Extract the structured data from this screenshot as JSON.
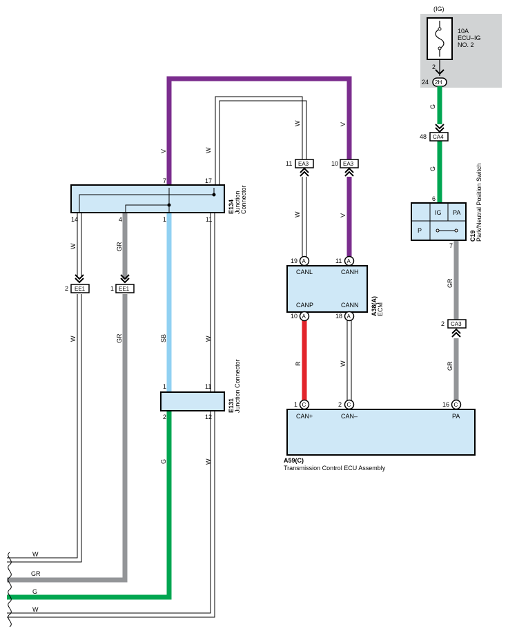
{
  "colors": {
    "purple": "#7b2d8e",
    "green": "#00a651",
    "gray": "#939598",
    "skyblue": "#91d1f2",
    "red": "#e2242b",
    "box_fill": "#cfe8f7",
    "shade": "#d1d3d4",
    "black": "#000000"
  },
  "power": {
    "ig": "(IG)",
    "fuse_line1": "10A",
    "fuse_line2": "ECU–IG",
    "fuse_line3": "NO. 2",
    "pin": "2",
    "connector_pin": "24",
    "connector_id": "2H"
  },
  "wires": {
    "w": "W",
    "v": "V",
    "g": "G",
    "gr": "GR",
    "sb": "SB",
    "r": "R"
  },
  "connectors": {
    "ca4": {
      "id": "CA4",
      "pin": "48"
    },
    "ea3_left": {
      "id": "EA3",
      "pin": "11"
    },
    "ea3_right": {
      "id": "EA3",
      "pin": "10"
    },
    "ee1_left": {
      "id": "EE1",
      "pin": "2"
    },
    "ee1_right": {
      "id": "EE1",
      "pin": "1"
    },
    "ca3": {
      "id": "CA3",
      "pin": "2"
    }
  },
  "e134": {
    "code": "E134",
    "name_line1": "Junction",
    "name_line2": "Connector",
    "pin_top_left": "7",
    "pin_top_right": "17",
    "pin_b1": "14",
    "pin_b2": "4",
    "pin_b3": "1",
    "pin_b4": "11"
  },
  "e131": {
    "code": "E131",
    "name": "Junction Connector",
    "pin_top_left": "1",
    "pin_top_right": "11",
    "pin_bottom_left": "2",
    "pin_bottom_right": "12"
  },
  "c19": {
    "code": "C19",
    "name": "Park/Neutral Position Switch",
    "pin_top": "6",
    "pin_bottom": "7",
    "ig": "IG",
    "pa": "PA",
    "p": "P"
  },
  "ecm": {
    "code": "A38(A)",
    "name": "ECM",
    "canl": "CANL",
    "canh": "CANH",
    "canp": "CANP",
    "cann": "CANN",
    "pin_canl": "19",
    "pin_canh": "11",
    "pin_canp": "10",
    "pin_cann": "18",
    "letter": "A"
  },
  "tcm": {
    "code": "A59(C)",
    "name": "Transmission Control ECU Assembly",
    "canp": "CAN+",
    "cann": "CAN–",
    "pa": "PA",
    "pin_canp": "1",
    "pin_cann": "2",
    "pin_pa": "16",
    "letter": "C"
  },
  "outputs": [
    "W",
    "GR",
    "G",
    "W"
  ]
}
